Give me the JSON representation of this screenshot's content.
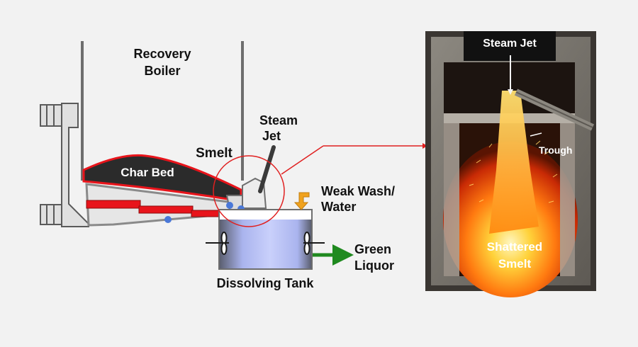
{
  "labels": {
    "recovery_boiler_1": "Recovery",
    "recovery_boiler_2": "Boiler",
    "steam_jet_1": "Steam",
    "steam_jet_2": "Jet",
    "smelt": "Smelt",
    "char_bed": "Char Bed",
    "weak_wash_1": "Weak Wash/",
    "weak_wash_2": "Water",
    "green_liquor_1": "Green",
    "green_liquor_2": "Liquor",
    "dissolving_tank": "Dissolving Tank"
  },
  "photo": {
    "steam_jet": "Steam Jet",
    "trough": "Trough",
    "shattered_1": "Shattered",
    "shattered_2": "Smelt"
  },
  "colors": {
    "char_bed": "#2b2b2b",
    "smelt": "#e8141b",
    "tank_liquid": "#b9c3f5",
    "green_liquor_arrow": "#1f8a1f",
    "weak_wash_arrow": "#f0a21e",
    "callout_circle": "#e02020"
  }
}
